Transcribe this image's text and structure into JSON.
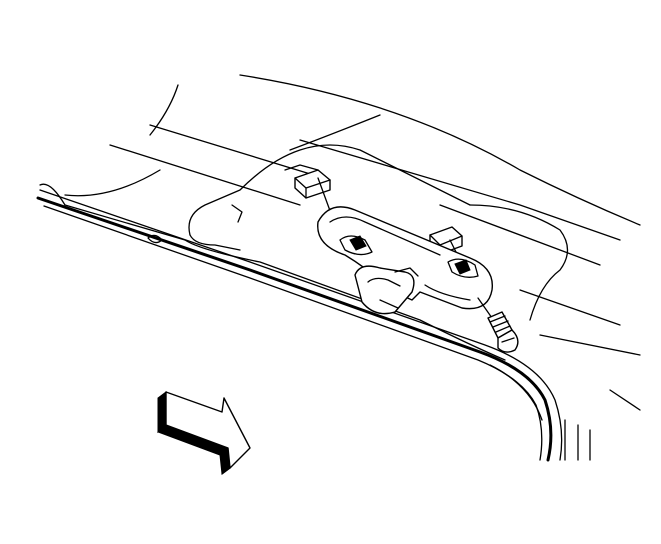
{
  "diagram": {
    "type": "technical-line-illustration",
    "subject": "assist-handle-on-headliner",
    "stroke_color": "#000000",
    "background_color": "#ffffff",
    "callouts": [],
    "direction_indicator": {
      "icon": "arrow-right-icon",
      "style": "outlined-3d-block-arrow",
      "fill_color": "#ffffff"
    }
  }
}
